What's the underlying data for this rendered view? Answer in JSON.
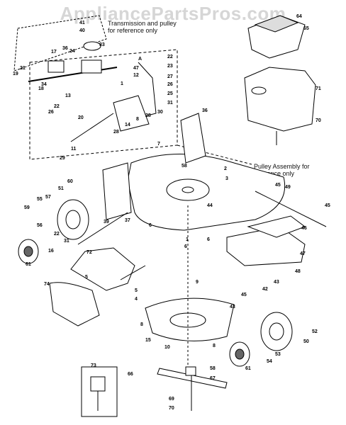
{
  "watermark": "AppliancePartsPros.com",
  "notes": {
    "transmission": [
      "Transmission and pulley",
      "for reference only"
    ],
    "pulley_assembly": [
      "Pulley Assembly for",
      "reference only"
    ],
    "letter_a": "A"
  },
  "callouts": [
    "1",
    "2",
    "3",
    "4",
    "5",
    "6",
    "7",
    "8",
    "9",
    "10",
    "11",
    "12",
    "13",
    "14",
    "15",
    "16",
    "17",
    "18",
    "19",
    "20",
    "21",
    "22",
    "23",
    "24",
    "25",
    "26",
    "27",
    "28",
    "29",
    "30",
    "31",
    "33",
    "34",
    "36",
    "37",
    "39",
    "40",
    "41",
    "42",
    "43",
    "44",
    "45",
    "46",
    "47",
    "48",
    "49",
    "50",
    "51",
    "52",
    "53",
    "54",
    "55",
    "56",
    "57",
    "58",
    "59",
    "60",
    "61",
    "64",
    "65",
    "66",
    "67",
    "69",
    "70",
    "71",
    "72",
    "73",
    "74"
  ],
  "callout_positions_note": "",
  "labels": {
    "l1": "1",
    "l2": "2",
    "l3": "3",
    "l4": "4",
    "l5": "5",
    "l6": "6",
    "l7": "7",
    "l8": "8",
    "l9": "9",
    "l10": "10",
    "l11": "11",
    "l12": "12",
    "l13": "13",
    "l14": "14",
    "l15": "15",
    "l16": "16",
    "l17": "17",
    "l18": "18",
    "l19": "19",
    "l20": "20",
    "l21": "21",
    "l22": "22",
    "l23": "23",
    "l24": "24",
    "l25": "25",
    "l26": "26",
    "l27": "27",
    "l28": "28",
    "l29": "29",
    "l30": "30",
    "l31": "31",
    "l33": "33",
    "l34": "34",
    "l36": "36",
    "l37": "37",
    "l39": "39",
    "l40": "40",
    "l41": "41",
    "l42": "42",
    "l43": "43",
    "l44": "44",
    "l45": "45",
    "l46": "46",
    "l47": "47",
    "l48": "48",
    "l49": "49",
    "l50": "50",
    "l51": "51",
    "l52": "52",
    "l53": "53",
    "l54": "54",
    "l55": "55",
    "l56": "56",
    "l57": "57",
    "l58": "58",
    "l59": "59",
    "l60": "60",
    "l61": "61",
    "l64": "64",
    "l65": "65",
    "l66": "66",
    "l67": "67",
    "l69": "69",
    "l70": "70",
    "l71": "71",
    "l72": "72",
    "l73": "73",
    "l74": "74"
  }
}
